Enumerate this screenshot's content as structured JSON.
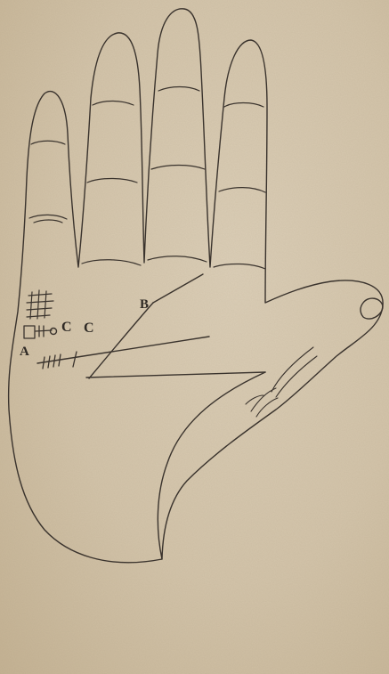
{
  "figure": {
    "labels": {
      "a": "A",
      "b": "B",
      "c1": "C",
      "c2": "C"
    }
  },
  "colors": {
    "paper": "#d6c8ae",
    "ink": "#3a332d"
  }
}
